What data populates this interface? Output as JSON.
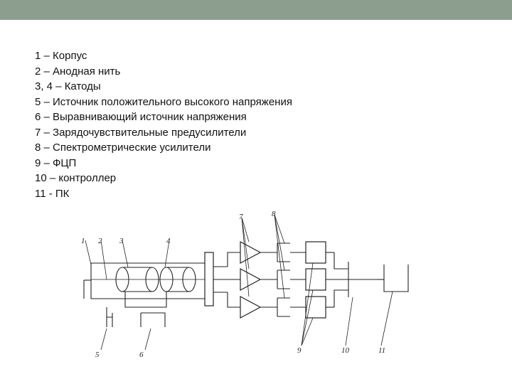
{
  "slide": {
    "legend": [
      "1 – Корпус",
      "2 – Анодная нить",
      "3, 4 – Катоды",
      "5 – Источник положительного высокого напряжения",
      "6 – Выравнивающий источник напряжения",
      "7 – Зарядочувствительные предусилители",
      "8 – Спектрометрические усилители",
      "9 – ФЦП",
      "10 – контроллер",
      "11 - ПК"
    ]
  },
  "diagram": {
    "labels": {
      "l1": "1",
      "l2": "2",
      "l3": "3",
      "l4": "4",
      "l5": "5",
      "l6": "6",
      "l7": "7",
      "l8": "8",
      "l9": "9",
      "l10": "10",
      "l11": "11"
    }
  },
  "colors": {
    "top_bar": "#8c9e8e",
    "ink": "#222222",
    "background": "#ffffff"
  }
}
